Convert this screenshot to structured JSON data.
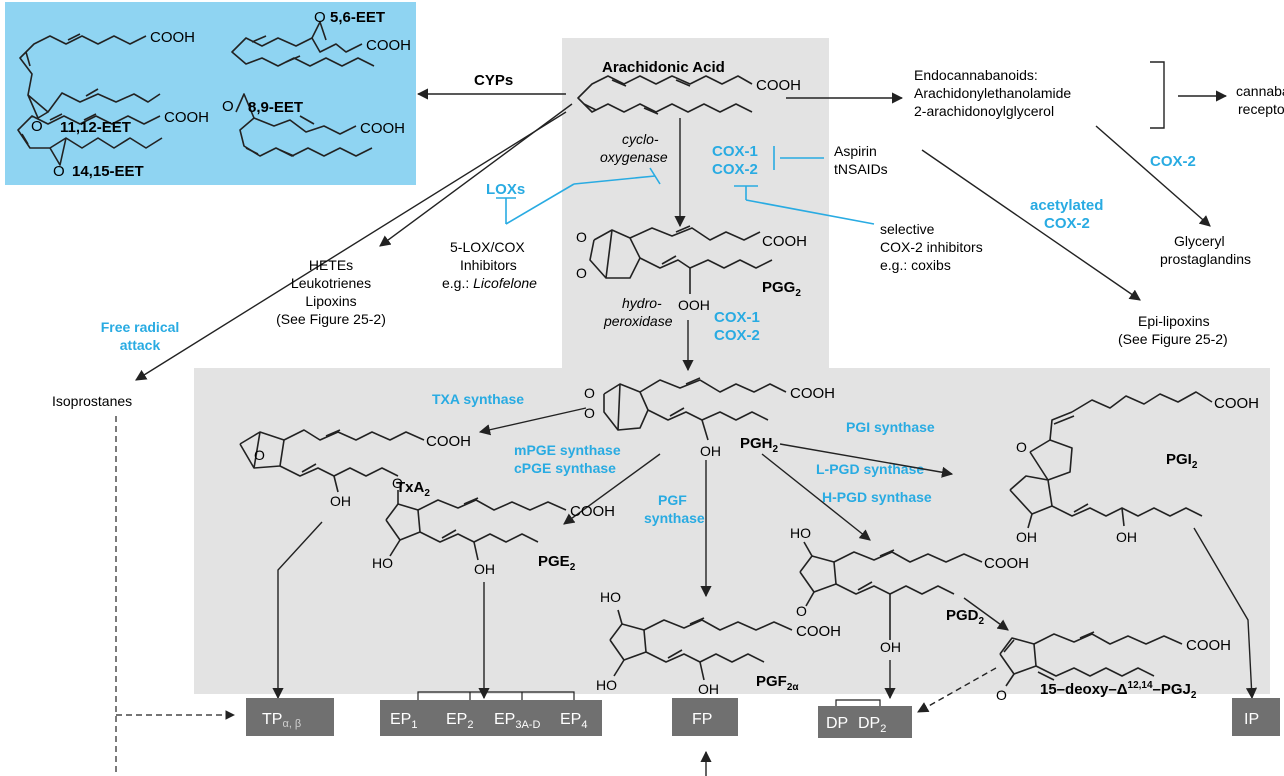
{
  "colors": {
    "blue_box": "#8fd4f2",
    "gray_panel": "#e3e3e3",
    "receptor_box": "#707070",
    "enzyme_blue": "#29abe2",
    "line": "#222222"
  },
  "eets": {
    "e1112": "11,12-EET",
    "e56": "5,6-EET",
    "e1415": "14,15-EET",
    "e89": "8,9-EET",
    "cooh": "COOH"
  },
  "central": {
    "aa_title": "Arachidonic Acid",
    "cooh": "COOH",
    "cyclo_1": "cyclo-",
    "cyclo_2": "oxygenase",
    "cox1": "COX-1",
    "cox2": "COX-2",
    "pgg2": "PGG",
    "pgg2_sub": "2",
    "ooh": "OOH",
    "hydro_1": "hydro-",
    "hydro_2": "peroxidase",
    "cox1b": "COX-1",
    "cox2b": "COX-2"
  },
  "left": {
    "cyps": "CYPs",
    "loxs": "LOXs",
    "inh_1": "5-LOX/COX",
    "inh_2": "Inhibitors",
    "inh_3": "e.g.: ",
    "inh_3b": "Licofelone",
    "hetes_1": "HETEs",
    "hetes_2": "Leukotrienes",
    "hetes_3": "Lipoxins",
    "hetes_4": "(See Figure 25-2)",
    "free_1": "Free radical",
    "free_2": "attack",
    "iso": "Isoprostanes"
  },
  "right": {
    "endo_1": "Endocannabanoids:",
    "endo_2": "Arachidonylethanolamide",
    "endo_3": "2-arachidonoylglycerol",
    "canna_1": "cannabanoid",
    "canna_2": "receptors",
    "aspirin_1": "Aspirin",
    "aspirin_2": "tNSAIDs",
    "sel_1": "selective",
    "sel_2": "COX-2 inhibitors",
    "sel_3": "e.g.: coxibs",
    "cox2": "COX-2",
    "acet_1": "acetylated",
    "acet_2": "COX-2",
    "glyc_1": "Glyceryl",
    "glyc_2": "prostaglandins",
    "epi_1": "Epi-lipoxins",
    "epi_2": "(See Figure 25-2)"
  },
  "lower": {
    "cooh": "COOH",
    "oh": "OH",
    "ho": "HO",
    "o": "O",
    "txa_syn": "TXA synthase",
    "pge_syn_1": "mPGE synthase",
    "pge_syn_2": "cPGE synthase",
    "pgf_syn_1": "PGF",
    "pgf_syn_2": "synthase",
    "pgi_syn": "PGI synthase",
    "lpgd_syn": "L-PGD synthase",
    "hpgd_syn": "H-PGD synthase",
    "pgh2": "PGH",
    "pgh2_sub": "2",
    "txa2": "TxA",
    "txa2_sub": "2",
    "pge2": "PGE",
    "pge2_sub": "2",
    "pgf2a": "PGF",
    "pgf2a_sub": "2α",
    "pgd2": "PGD",
    "pgd2_sub": "2",
    "pgi2": "PGI",
    "pgi2_sub": "2",
    "pgj2_pre": "15–deoxy–Δ",
    "pgj2_sup": "12,14",
    "pgj2_mid": "–PGJ",
    "pgj2_sub": "2"
  },
  "receptors": {
    "tp": "TP",
    "tp_sub": "α, β",
    "ep1": "EP",
    "ep1_sub": "1",
    "ep2": "EP",
    "ep2_sub": "2",
    "ep3": "EP",
    "ep3_sub": "3A-D",
    "ep4": "EP",
    "ep4_sub": "4",
    "fp": "FP",
    "dp": "DP",
    "dp2": "DP",
    "dp2_sub": "2",
    "ip": "IP"
  }
}
